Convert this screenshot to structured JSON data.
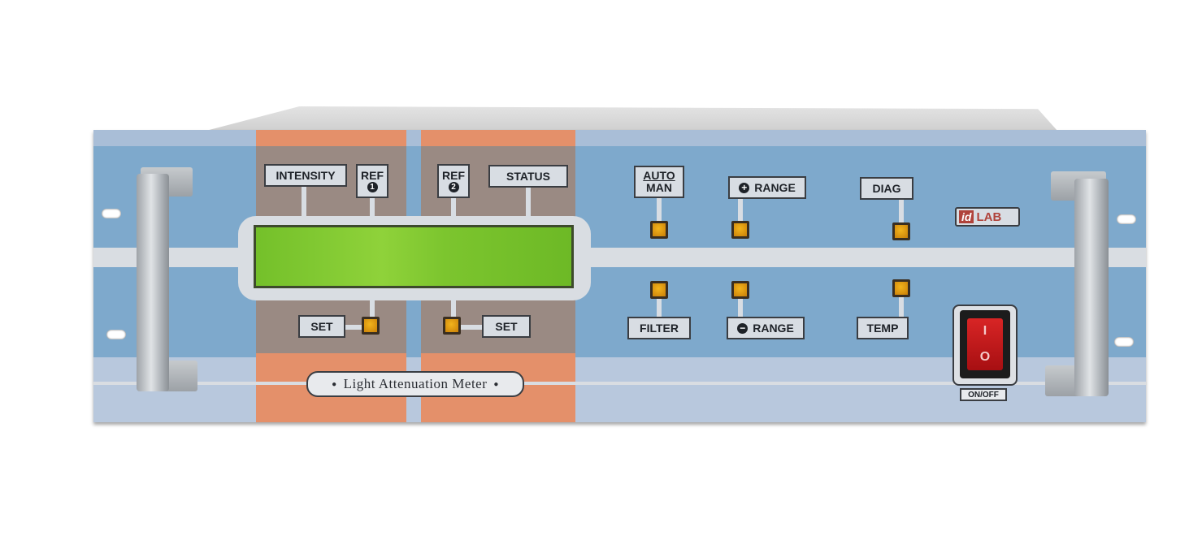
{
  "device": {
    "title": "Light Attenuation Meter",
    "brand": {
      "prefix": "id",
      "name": "LAB"
    }
  },
  "labels": {
    "intensity": "INTENSITY",
    "ref1": "REF",
    "ref1_num": "1",
    "ref2": "REF",
    "ref2_num": "2",
    "status": "STATUS",
    "set1": "SET",
    "set2": "SET",
    "auto": "AUTO",
    "man": "MAN",
    "range_plus": "RANGE",
    "range_minus": "RANGE",
    "diag": "DIAG",
    "filter": "FILTER",
    "temp": "TEMP",
    "onoff": "ON/OFF"
  },
  "switch": {
    "on_symbol": "I",
    "off_symbol": "O"
  },
  "colors": {
    "panel_blue": "#7ea9cc",
    "accent_orange": "#e4906a",
    "lcd_green": "#8fd23a",
    "button_amber": "#f2b41c",
    "switch_red": "#d82525"
  },
  "icons": {
    "plus": "+",
    "minus": "−"
  }
}
